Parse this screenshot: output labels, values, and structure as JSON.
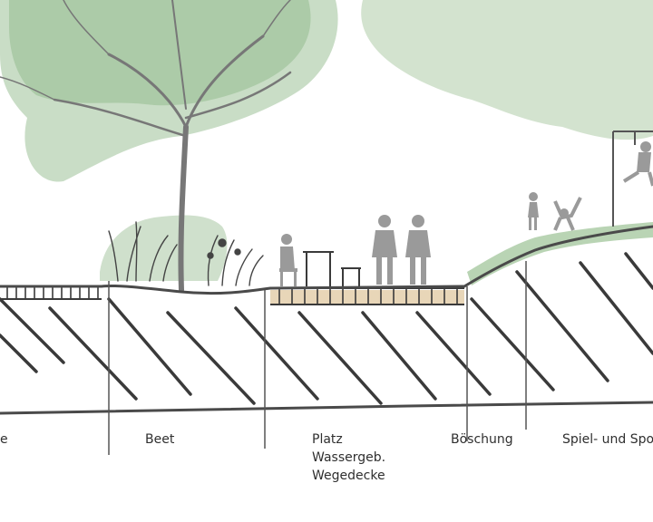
{
  "colors": {
    "ground_line": "#5a5a5a",
    "hatch": "#3a3a3a",
    "foliage_light": "#cfe0cc",
    "foliage_mid": "#a9c9a4",
    "foliage_dark": "#6f9b6b",
    "trunk": "#777777",
    "figure": "#9a9a9a",
    "plaza_surface": "#e8d6b8",
    "label_text": "#2f2f2f"
  },
  "zones": [
    {
      "id": "left-cut",
      "lines": [
        "e"
      ]
    },
    {
      "id": "beet",
      "lines": [
        "Beet"
      ]
    },
    {
      "id": "platz",
      "lines": [
        "Platz",
        "Wassergeb.",
        "Wegedecke"
      ]
    },
    {
      "id": "boeschung",
      "lines": [
        "Böschung"
      ]
    },
    {
      "id": "spiel",
      "lines": [
        "Spiel- und Spo"
      ]
    }
  ]
}
